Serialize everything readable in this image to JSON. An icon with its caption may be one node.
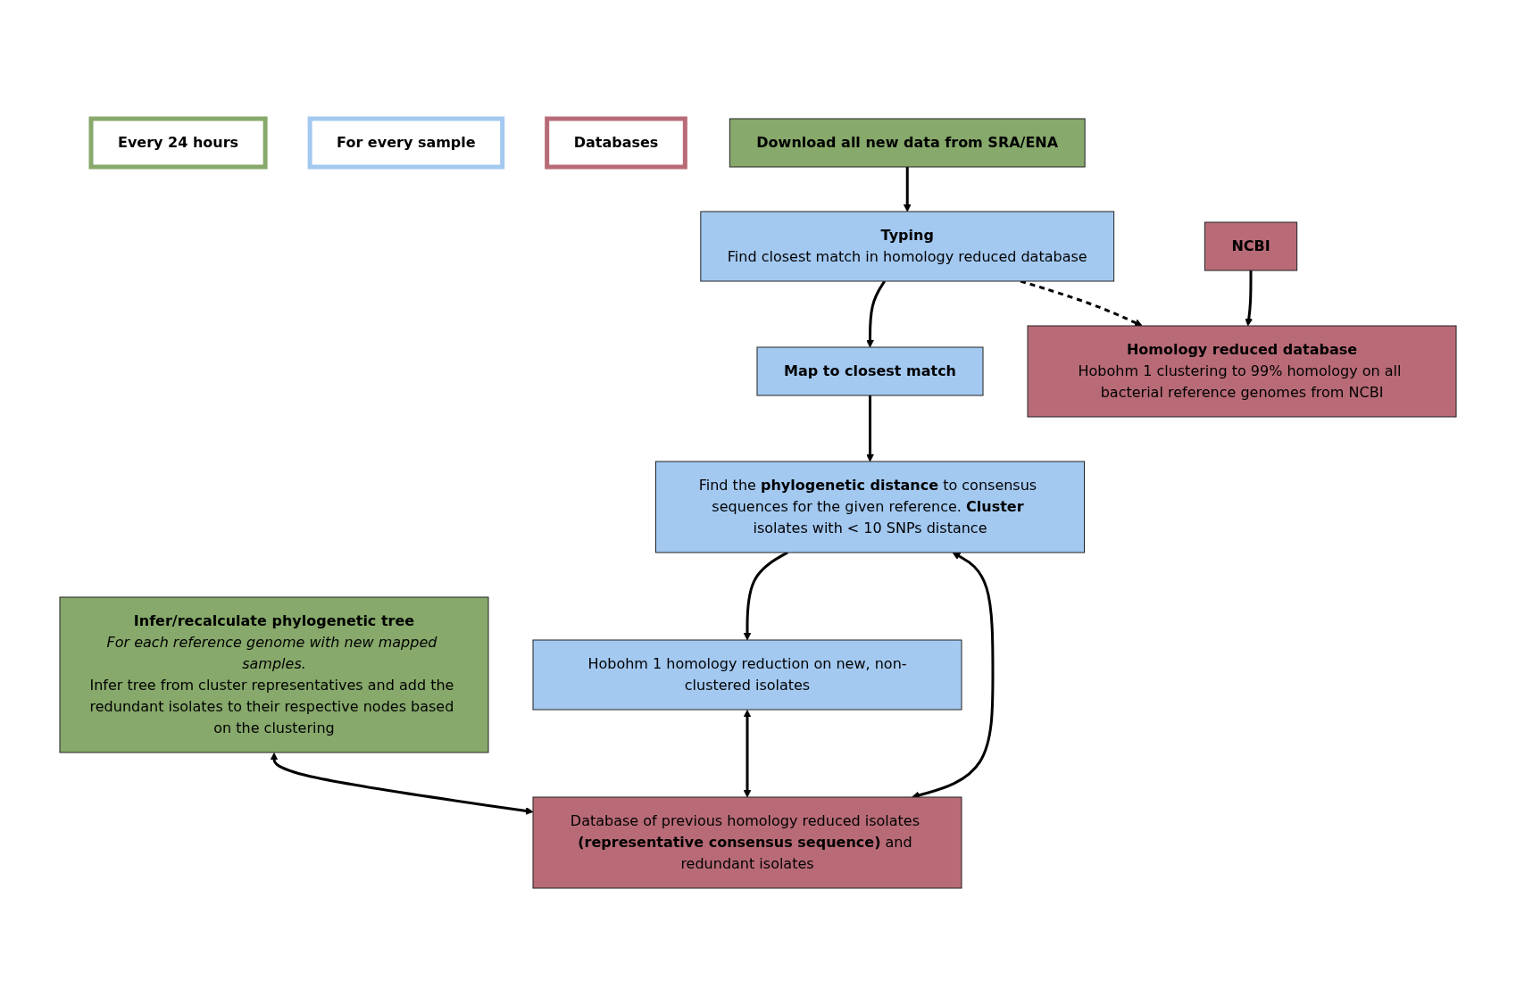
{
  "diagram": {
    "nodes": [
      {
        "text": [
          "Every 24 hours"
        ]
      },
      {
        "text": [
          "For every sample"
        ]
      },
      {
        "text": [
          "Databases"
        ]
      },
      {
        "text": [
          "Download all new data from SRA/ENA"
        ]
      },
      {
        "text": [
          "Typing",
          "Find closest match in homology reduced database"
        ]
      },
      {
        "text": [
          "NCBI"
        ]
      },
      {
        "text": [
          "Homology reduced database",
          "Hobohm 1 clustering to 99% homology on all bacterial reference genomes from NCBI"
        ]
      },
      {
        "text": [
          "Map to closest match"
        ]
      },
      {
        "text": [
          "Infer/recalculate phylogenetic tree",
          "For each reference genome with new mapped samples.",
          "Infer tree from cluster representatives and add the redundant isolates to their respective nodes based on the clustering"
        ]
      },
      {
        "text": [
          "Find the **phylogenetic distance** to consensus sequences for the given reference. **Cluster** isolates with < 10 SNPs distance"
        ]
      },
      {
        "text": [
          "Hobohm 1 homology reduction on new, non-clustered isolates"
        ]
      },
      {
        "text": [
          "Database of previous homology reduced isolates **(representative consensus sequence)** and redundant isolates"
        ]
      }
    ],
    "edges": [
      {
        "from": 3,
        "to": 4,
        "arrow": "to"
      },
      {
        "from": 4,
        "to": 7,
        "arrow": "to"
      },
      {
        "from": 4,
        "to": 6,
        "arrow": "to",
        "style": "dashed"
      },
      {
        "from": 5,
        "to": 6,
        "arrow": "to"
      },
      {
        "from": 7,
        "to": 9,
        "arrow": "to"
      },
      {
        "from": 9,
        "to": 10,
        "arrow": "to"
      },
      {
        "from": 9,
        "to": 11,
        "arrow": "both"
      },
      {
        "from": 10,
        "to": 11,
        "arrow": "both"
      },
      {
        "from": 8,
        "to": 11,
        "arrow": "both"
      }
    ]
  }
}
